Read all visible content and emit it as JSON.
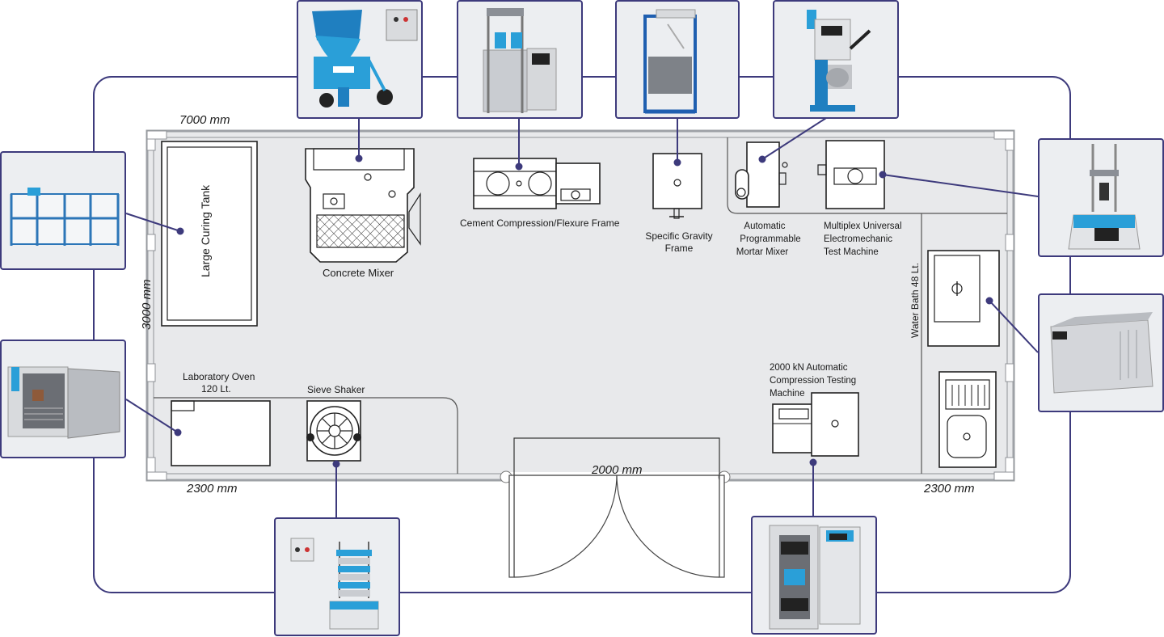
{
  "dimensions": {
    "top_width": "7000 mm",
    "left_height": "3000 mm",
    "bottom_left": "2300 mm",
    "door_width": "2000 mm",
    "bottom_right": "2300 mm"
  },
  "equipment": {
    "curing_tank": "Large Curing Tank",
    "concrete_mixer": "Concrete Mixer",
    "cement_frame": "Cement Compression/Flexure Frame",
    "gravity_frame": [
      "Specific Gravity",
      "Frame"
    ],
    "mortar_mixer": [
      "Automatic",
      "Programmable",
      "Mortar Mixer"
    ],
    "multiplex": [
      "Multiplex Universal",
      "Electromechanic",
      "Test Machine"
    ],
    "water_bath": "Water Bath 48 Lt.",
    "oven": [
      "Laboratory Oven",
      "120 Lt."
    ],
    "sieve_shaker": "Sieve Shaker",
    "compression_machine": [
      "2000 kN Automatic",
      "Compression Testing",
      "Machine"
    ]
  },
  "colors": {
    "frame": "#3d3a7c",
    "floor": "#e8e9eb",
    "accent_blue": "#2a9fd8"
  }
}
